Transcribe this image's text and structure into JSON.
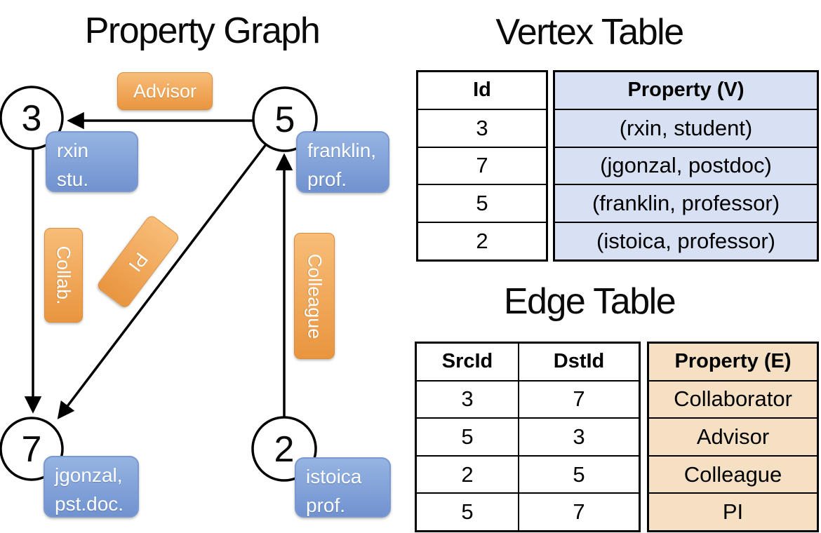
{
  "left_panel": {
    "title": "Property Graph",
    "nodes": [
      {
        "id": "3",
        "line1": "rxin",
        "line2": "stu."
      },
      {
        "id": "5",
        "line1": "franklin,",
        "line2": "prof."
      },
      {
        "id": "7",
        "line1": "jgonzal,",
        "line2": "pst.doc."
      },
      {
        "id": "2",
        "line1": "istoica",
        "line2": "prof."
      }
    ],
    "edge_labels": {
      "advisor": "Advisor",
      "collab": "Collab.",
      "pi": "PI",
      "colleague": "Colleague"
    }
  },
  "vertex_table": {
    "title": "Vertex Table",
    "headers": {
      "id": "Id",
      "property": "Property (V)"
    },
    "id_rows": [
      "3",
      "7",
      "5",
      "2"
    ],
    "property_rows": [
      "(rxin, student)",
      "(jgonzal, postdoc)",
      "(franklin, professor)",
      "(istoica, professor)"
    ]
  },
  "edge_table": {
    "title": "Edge Table",
    "headers": {
      "src": "SrcId",
      "dst": "DstId",
      "property": "Property (E)"
    },
    "src_rows": [
      "3",
      "5",
      "2",
      "5"
    ],
    "dst_rows": [
      "7",
      "3",
      "5",
      "7"
    ],
    "property_rows": [
      "Collaborator",
      "Advisor",
      "Colleague",
      "PI"
    ]
  },
  "colors": {
    "edge_label_orange": "#efa04c",
    "node_label_blue": "#84a5db",
    "vertex_property_fill": "#d7e1f3",
    "edge_property_fill": "#f6e0c4",
    "line_black": "#000000"
  }
}
